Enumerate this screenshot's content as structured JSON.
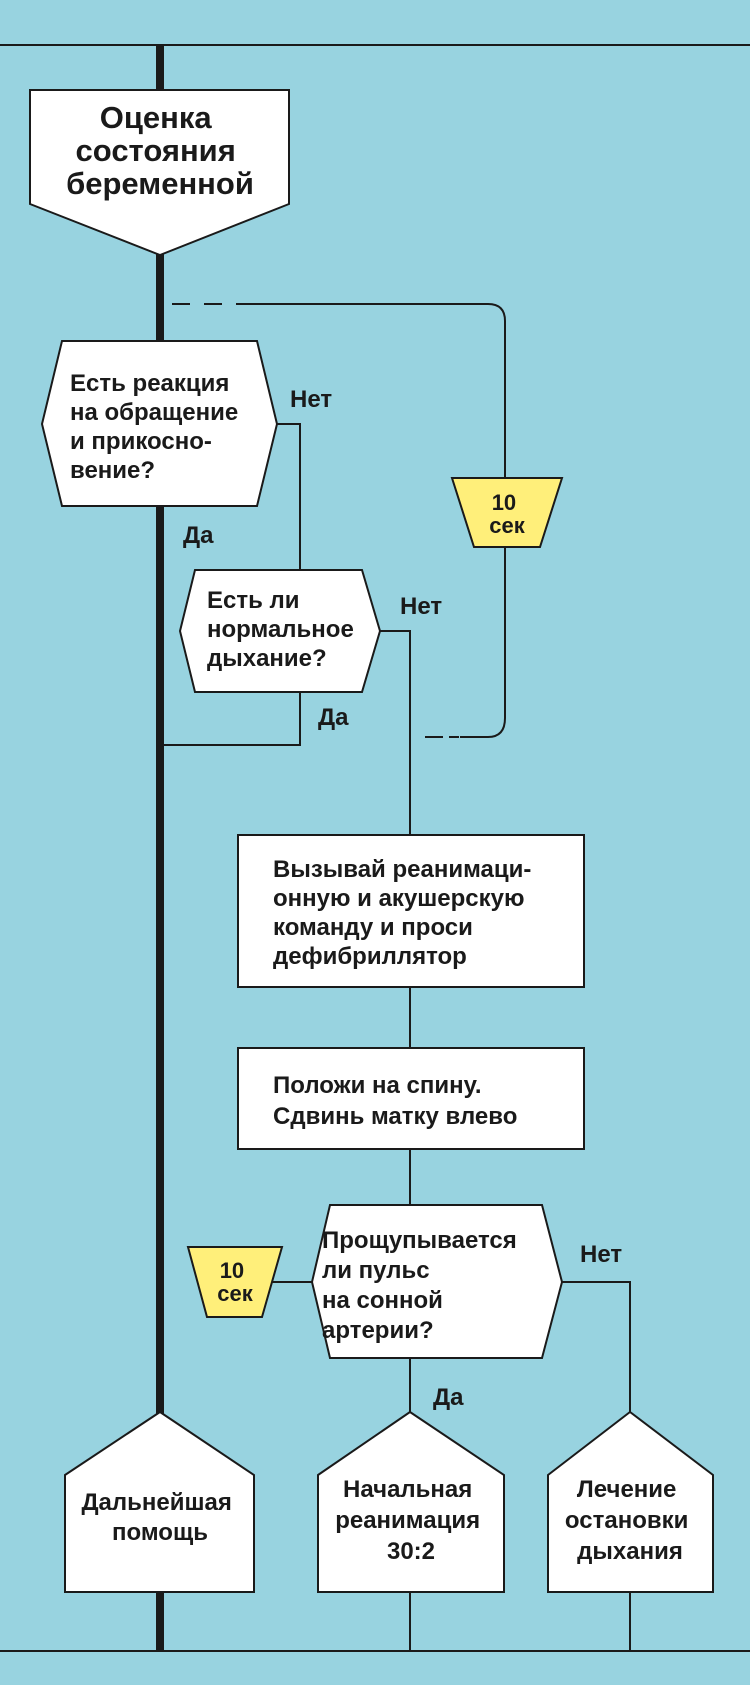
{
  "colors": {
    "background": "#98d3e0",
    "timer_fill": "#ffef7a",
    "box_fill": "#ffffff",
    "line": "#1a1a1a"
  },
  "nodes": {
    "assess": [
      "Оценка",
      "состояния",
      "беременной"
    ],
    "q_response": [
      "Есть реакция",
      "на обращение",
      "и прикосно-",
      "вение?"
    ],
    "q_breathing": [
      "Есть ли",
      "нормальное",
      "дыхание?"
    ],
    "call_team": [
      "Вызывай реанимаци-",
      "онную и акушерскую",
      "команду и проси",
      "дефибриллятор"
    ],
    "position": [
      "Положи на спину.",
      "Сдвинь матку влево"
    ],
    "q_pulse": [
      "Прощупывается",
      "ли пульс",
      "на сонной",
      "артерии?"
    ],
    "further_help": [
      "Дальнейшая",
      "помощь"
    ],
    "basic_cpr": [
      "Начальная",
      "реанимация",
      "30:2"
    ],
    "resp_arrest": [
      "Лечение",
      "остановки",
      "дыхания"
    ],
    "timer_top": [
      "10",
      "сек"
    ],
    "timer_bottom": [
      "10",
      "сек"
    ]
  },
  "labels": {
    "no_response": "Нет",
    "yes_response": "Да",
    "no_breathing": "Нет",
    "yes_breathing": "Да",
    "no_pulse": "Нет",
    "yes_pulse": "Да"
  }
}
